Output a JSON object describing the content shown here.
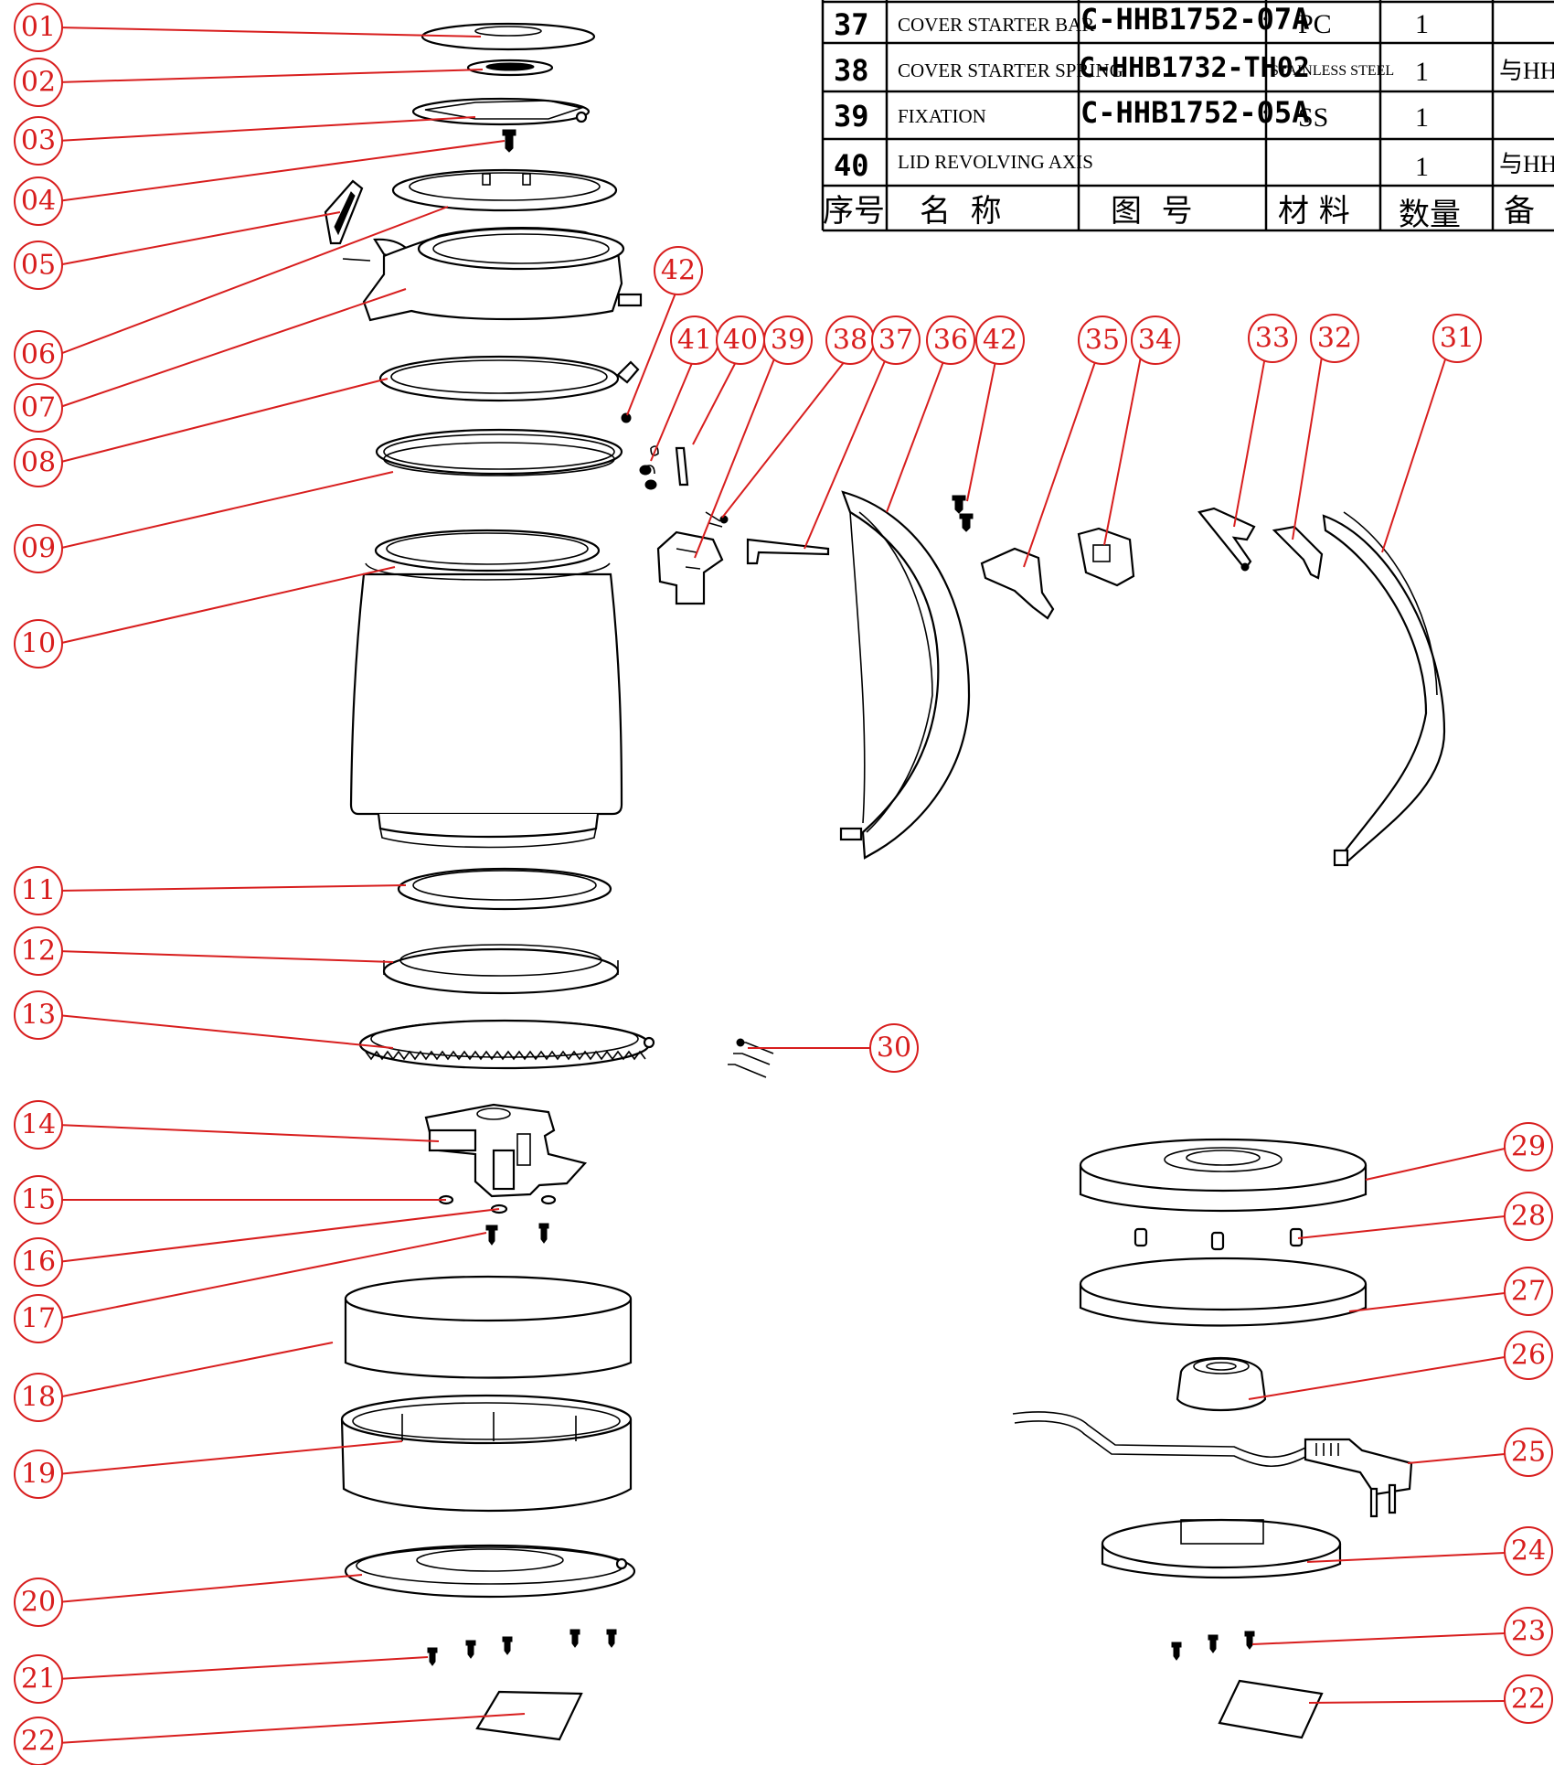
{
  "table": {
    "rows": [
      {
        "no": "37",
        "name": "COVER STARTER BAR",
        "drawing": "C-HHB1752-07A",
        "material": "PC",
        "qty": "1",
        "remark": ""
      },
      {
        "no": "38",
        "name": "COVER STARTER SPRING",
        "drawing": "C-HHB1732-TH02",
        "material": "STAINLESS STEEL",
        "qty": "1",
        "remark": "与HHB"
      },
      {
        "no": "39",
        "name": "FIXATION",
        "drawing": "C-HHB1752-05A",
        "material": "SS",
        "qty": "1",
        "remark": ""
      },
      {
        "no": "40",
        "name": "LID REVOLVING AXIS",
        "drawing": "",
        "material": "",
        "qty": "1",
        "remark": "与HHB"
      }
    ],
    "header": {
      "no": "序号",
      "name": "名  称",
      "drawing": "图  号",
      "material": "材 料",
      "qty": "数量",
      "remark": "备"
    }
  },
  "callouts": {
    "c01": "01",
    "c02": "02",
    "c03": "03",
    "c04": "04",
    "c05": "05",
    "c06": "06",
    "c07": "07",
    "c08": "08",
    "c09": "09",
    "c10": "10",
    "c11": "11",
    "c12": "12",
    "c13": "13",
    "c14": "14",
    "c15": "15",
    "c16": "16",
    "c17": "17",
    "c18": "18",
    "c19": "19",
    "c20": "20",
    "c21": "21",
    "c22a": "22",
    "c22b": "22",
    "c23": "23",
    "c24": "24",
    "c25": "25",
    "c26": "26",
    "c27": "27",
    "c28": "28",
    "c29": "29",
    "c30": "30",
    "c31": "31",
    "c32": "32",
    "c33": "33",
    "c34": "34",
    "c35": "35",
    "c36": "36",
    "c37": "37",
    "c38": "38",
    "c39": "39",
    "c40": "40",
    "c41": "41",
    "c42a": "42",
    "c42b": "42"
  },
  "colors": {
    "callout": "#d81e1e",
    "line": "#000000"
  }
}
